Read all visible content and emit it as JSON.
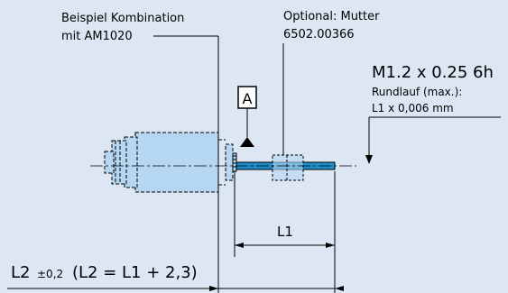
{
  "background": "#dce7f3",
  "colors": {
    "line": "#000000",
    "part_fill": "#b6d7f2",
    "shaft_fill": "#1f8ccc",
    "box_fill": "#ffffff"
  },
  "labels": {
    "combo_line1": "Beispiel Kombination",
    "combo_line2": "mit AM1020",
    "nut_line1": "Optional: Mutter",
    "nut_line2": "6502.00366",
    "thread": "M1.2 x 0.25 6h",
    "runout_line1": "Rundlauf (max.):",
    "runout_line2": "L1 x 0,006 mm",
    "datum": "A",
    "l1": "L1",
    "l2_main": "L2",
    "l2_tol": "±0,2",
    "l2_formula": "(L2 = L1 + 2,3)"
  }
}
